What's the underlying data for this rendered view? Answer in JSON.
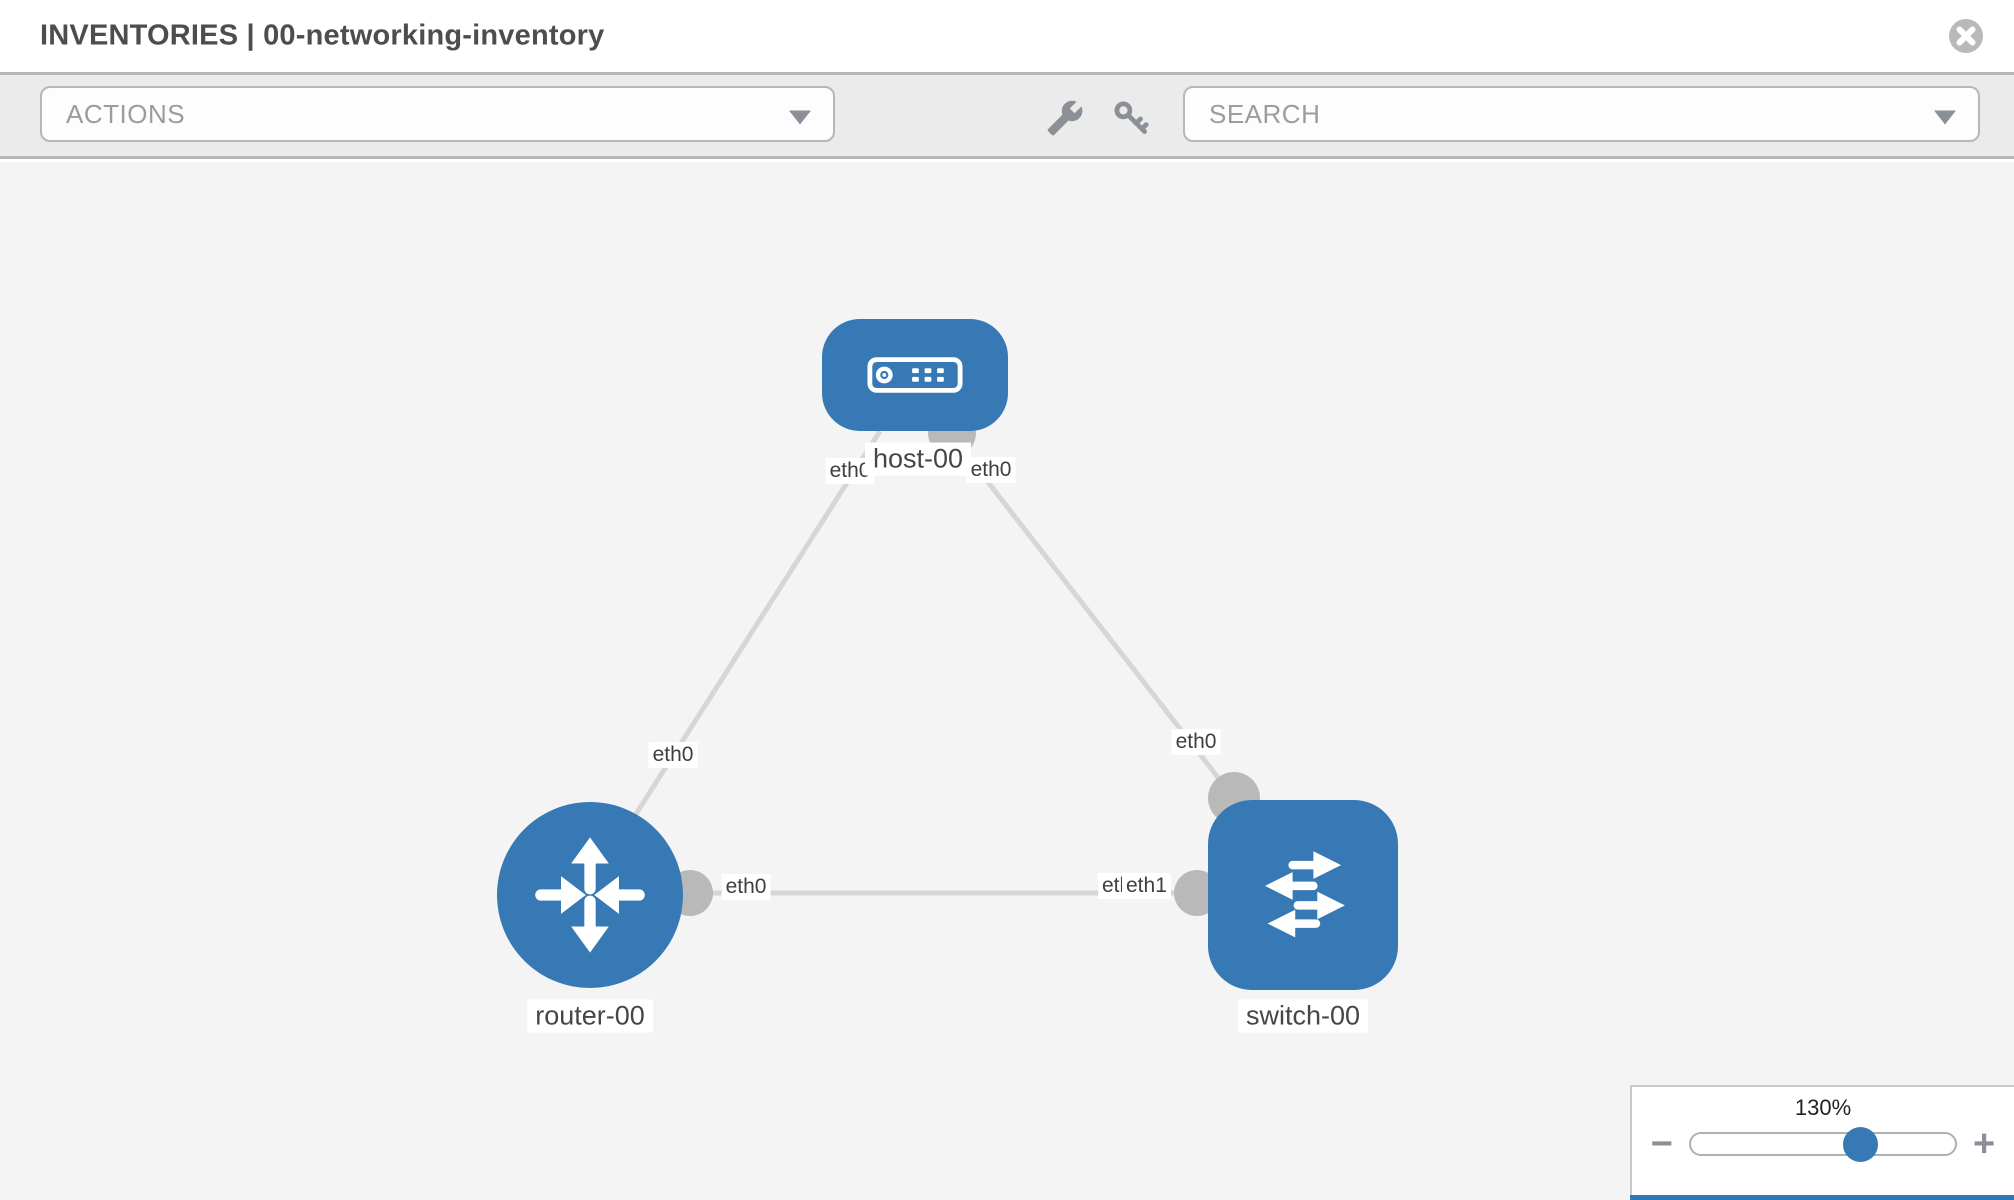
{
  "header": {
    "title": "INVENTORIES | 00-networking-inventory"
  },
  "toolbar": {
    "actions_label": "ACTIONS",
    "search_label": "SEARCH"
  },
  "topology": {
    "nodes": [
      {
        "id": "host-00",
        "type": "host",
        "label": "host-00"
      },
      {
        "id": "router-00",
        "type": "router",
        "label": "router-00"
      },
      {
        "id": "switch-00",
        "type": "switch",
        "label": "switch-00"
      }
    ],
    "links": [
      {
        "from": "host-00",
        "from_port": "eth0",
        "to": "router-00",
        "to_port": "eth0"
      },
      {
        "from": "host-00",
        "from_port": "eth0",
        "to": "switch-00",
        "to_port": "eth0"
      },
      {
        "from": "router-00",
        "from_port": "eth0",
        "to": "switch-00",
        "to_port": "eth1"
      }
    ],
    "labels": {
      "host": "host-00",
      "router": "router-00",
      "switch": "switch-00",
      "host_port_left": "eth0",
      "host_port_right": "eth0",
      "router_port_top": "eth0",
      "router_port_right": "eth0",
      "switch_port_top": "eth0",
      "switch_port_under": "eth0",
      "switch_port_over": "eth1"
    }
  },
  "zoom_control": {
    "level": "130%",
    "minus": "−",
    "plus": "+"
  },
  "colors": {
    "node_blue": "#3779b5",
    "link_gray": "#d6d6d6",
    "endpoint_gray": "#b9b9b9",
    "toolbar_bg": "#ebebeb",
    "canvas_bg": "#f4f4f4",
    "border_gray": "#b7b7b7",
    "icon_gray": "#8b9096"
  }
}
